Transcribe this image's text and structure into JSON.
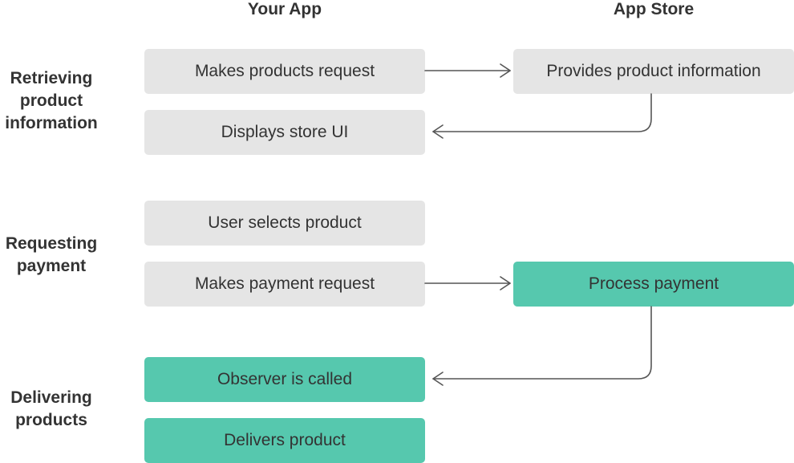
{
  "columns": {
    "app": "Your App",
    "store": "App Store"
  },
  "sections": {
    "retrieving": [
      "Retrieving",
      "product",
      "information"
    ],
    "requesting": [
      "Requesting",
      "payment"
    ],
    "delivering": [
      "Delivering",
      "products"
    ]
  },
  "boxes": {
    "makes_products_request": "Makes products request",
    "provides_product_information": "Provides product information",
    "displays_store_ui": "Displays store UI",
    "user_selects_product": "User selects product",
    "makes_payment_request": "Makes payment request",
    "process_payment": "Process payment",
    "observer_is_called": "Observer is called",
    "delivers_product": "Delivers product"
  },
  "colors": {
    "gray_box": "#e5e5e5",
    "green_box": "#56c8ae",
    "arrow": "#555555",
    "text": "#333333"
  }
}
